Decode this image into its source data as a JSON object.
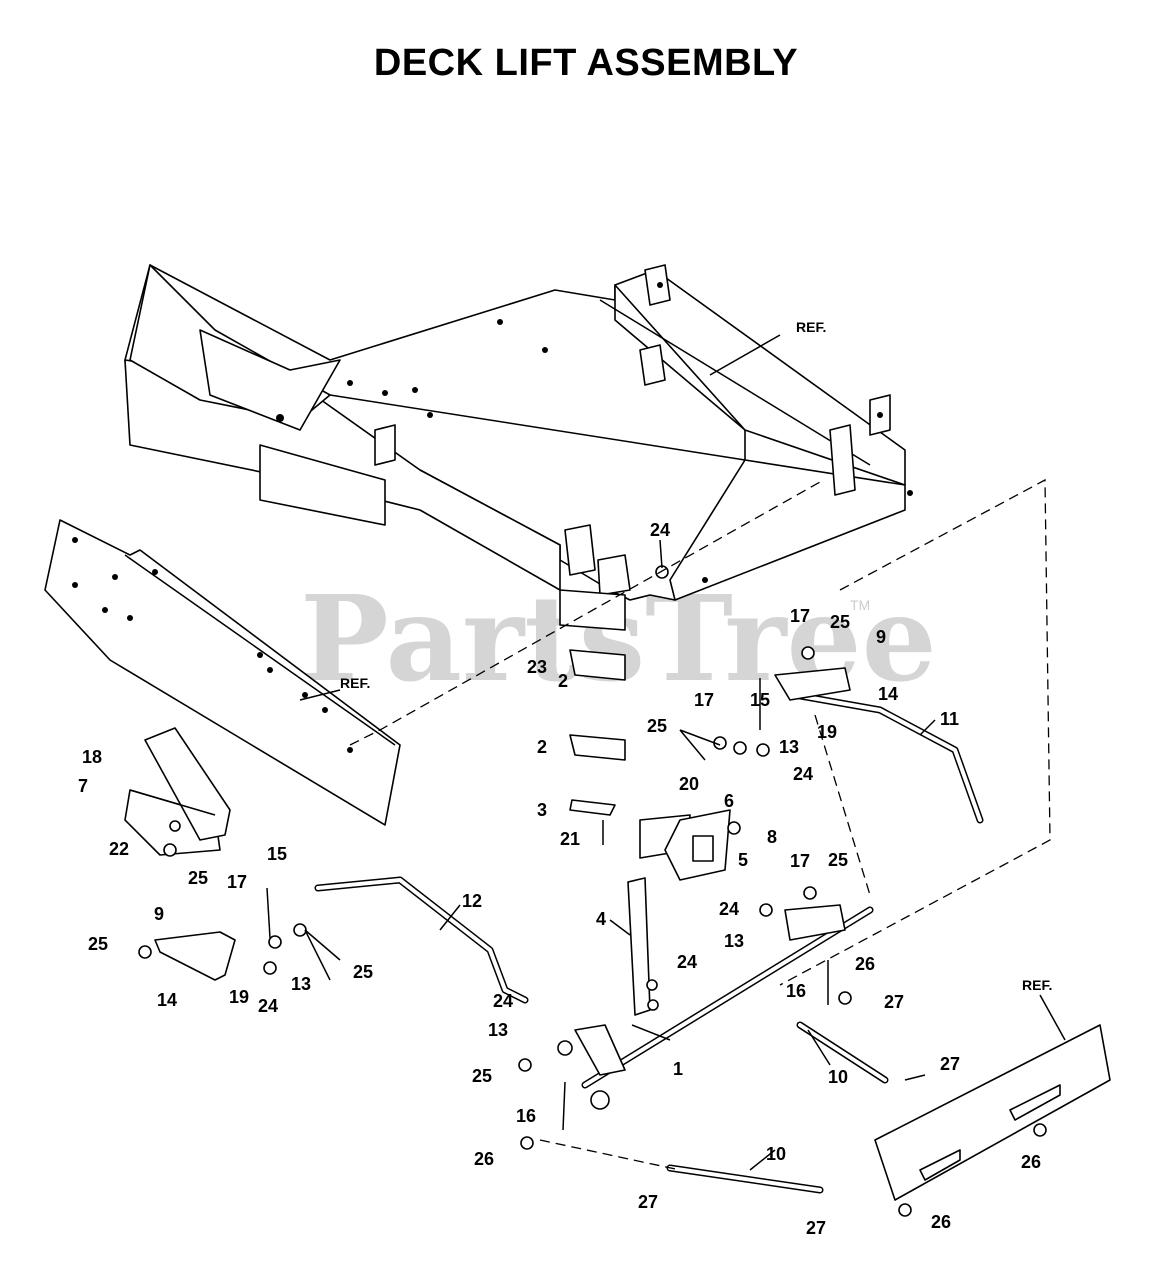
{
  "title": "DECK LIFT ASSEMBLY",
  "watermark": {
    "text": "PartsTree",
    "trademark": "TM"
  },
  "reference_labels": [
    "REF.",
    "REF.",
    "REF."
  ],
  "callouts": [
    "1",
    "2",
    "2",
    "3",
    "4",
    "5",
    "6",
    "7",
    "8",
    "9",
    "9",
    "10",
    "10",
    "11",
    "12",
    "13",
    "13",
    "13",
    "13",
    "14",
    "14",
    "15",
    "15",
    "16",
    "16",
    "17",
    "17",
    "17",
    "17",
    "18",
    "19",
    "19",
    "20",
    "21",
    "22",
    "23",
    "24",
    "24",
    "24",
    "24",
    "24",
    "24",
    "25",
    "25",
    "25",
    "25",
    "25",
    "25",
    "25",
    "26",
    "26",
    "26",
    "26",
    "27",
    "27",
    "27",
    "27"
  ]
}
